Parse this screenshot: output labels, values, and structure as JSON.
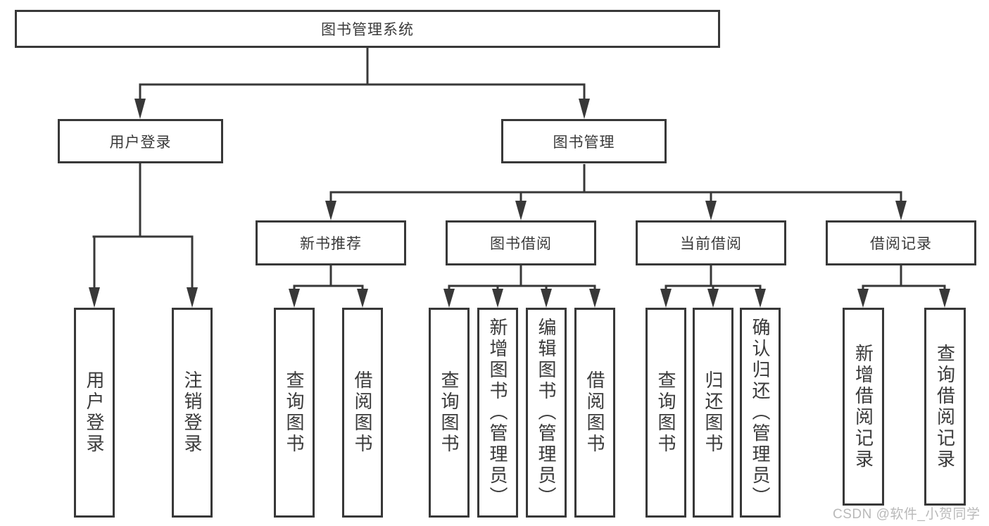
{
  "tree": {
    "root": "图书管理系统",
    "login": {
      "label": "用户登录",
      "children": [
        "用户登录",
        "注销登录"
      ]
    },
    "mgmt": {
      "label": "图书管理"
    },
    "sections": [
      {
        "label": "新书推荐",
        "children": [
          "查询图书",
          "借阅图书"
        ]
      },
      {
        "label": "图书借阅",
        "children": [
          "查询图书",
          "新增图书（管理员）",
          "编辑图书（管理员）",
          "借阅图书"
        ]
      },
      {
        "label": "当前借阅",
        "children": [
          "查询图书",
          "归还图书",
          "确认归还（管理员）"
        ]
      },
      {
        "label": "借阅记录",
        "children": [
          "新增借阅记录",
          "查询借阅记录"
        ]
      }
    ]
  },
  "watermark": {
    "text": "CSDN @软件_小贺同学"
  },
  "colors": {
    "line": "#383838",
    "text": "#3a3a3a",
    "watermark": "#b9b9b9"
  }
}
